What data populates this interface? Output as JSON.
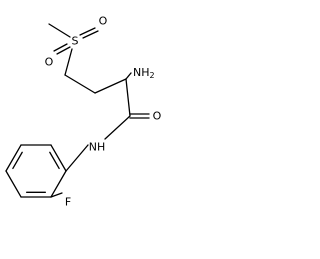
{
  "molecule": {
    "atoms": {
      "sulfur": "S",
      "sulfonyl_oxygen_top": "O",
      "sulfonyl_oxygen_bottom": "O",
      "amine": "NH",
      "amine_subscript": "2",
      "carbonyl_oxygen": "O",
      "amide_nitrogen": "NH",
      "fluorine": "F"
    }
  }
}
